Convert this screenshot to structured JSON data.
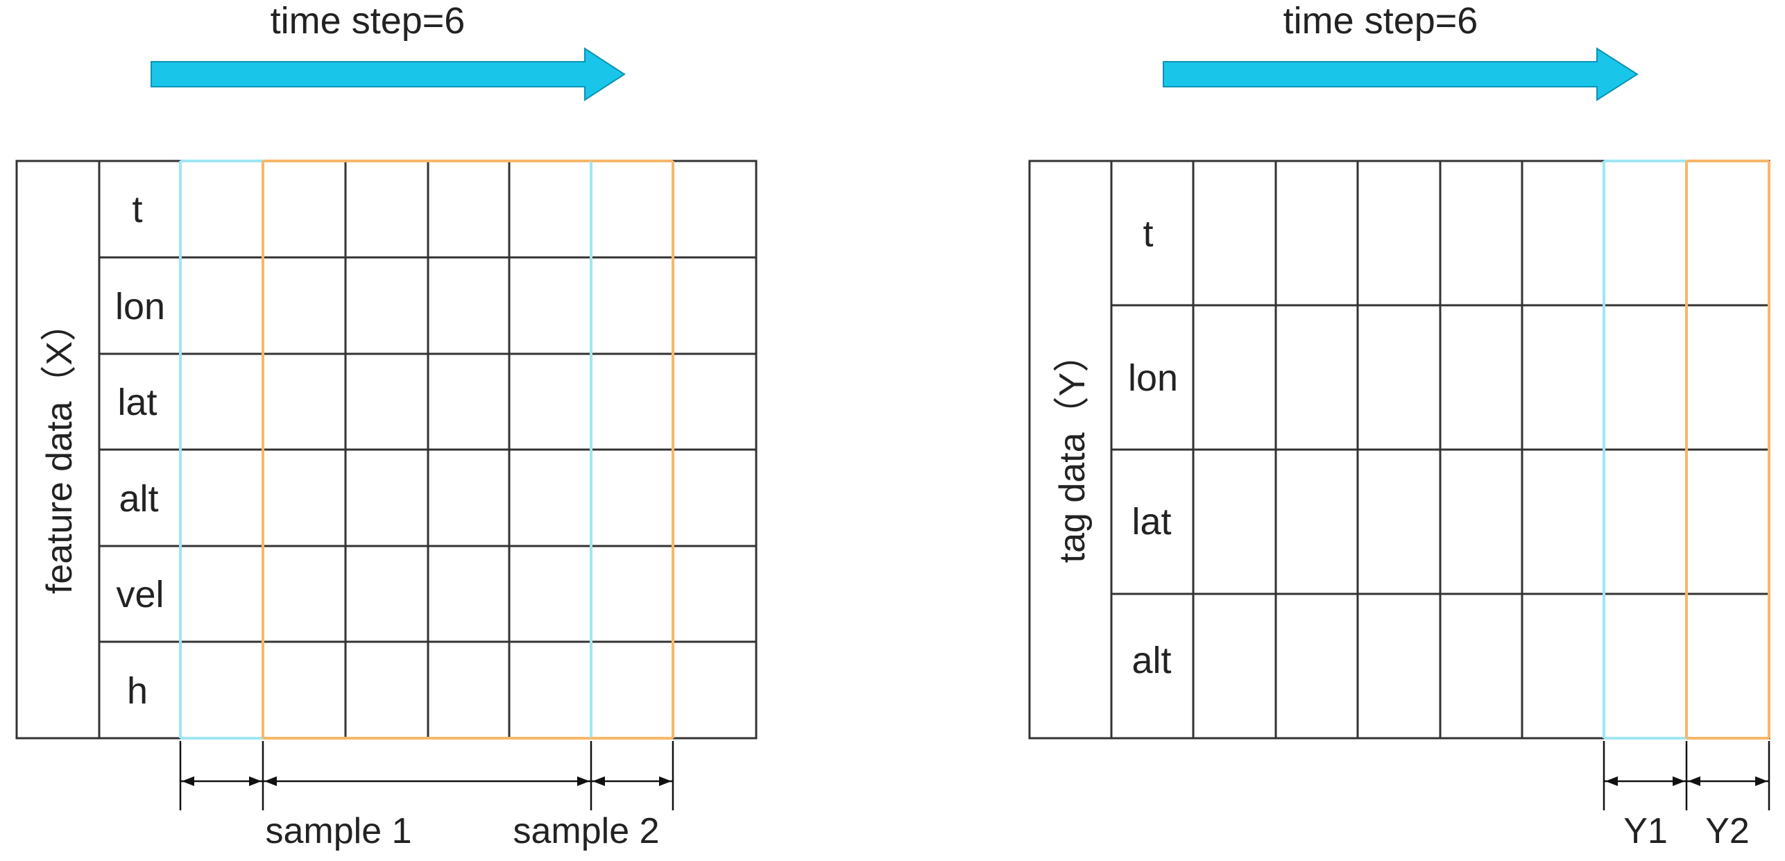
{
  "colors": {
    "arrow_fill": "#19c6ea",
    "arrow_stroke": "#0a93b4",
    "grid_line": "#333333",
    "highlight_cyan": "#9fe6f2",
    "highlight_orange": "#f7b768",
    "text": "#222222"
  },
  "left_panel": {
    "time_label": "time step=6",
    "axis_label": "feature data（X）",
    "rows": [
      "t",
      "lon",
      "lat",
      "alt",
      "vel",
      "h"
    ],
    "column_count": 7,
    "dimension_labels": [
      "sample 1",
      "sample 2"
    ]
  },
  "right_panel": {
    "time_label": "time step=6",
    "axis_label": "tag data（Y）",
    "rows": [
      "t",
      "lon",
      "lat",
      "alt"
    ],
    "column_count": 7,
    "dimension_labels": [
      "Y1",
      "Y2"
    ]
  }
}
